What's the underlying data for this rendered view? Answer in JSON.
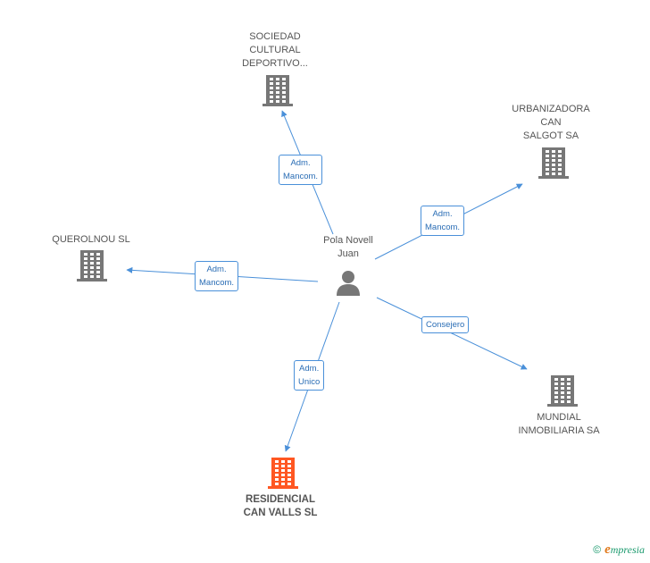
{
  "center": {
    "label": "Pola Novell\nJuan",
    "icon": "person-icon"
  },
  "companies": [
    {
      "id": "sociedad",
      "label": "SOCIEDAD\nCULTURAL\nDEPORTIVO...",
      "icon": "building-icon",
      "color": "#777777",
      "relation": "Adm.\nMancom."
    },
    {
      "id": "urbanizadora",
      "label": "URBANIZADORA\nCAN\nSALGOT SA",
      "icon": "building-icon",
      "color": "#777777",
      "relation": "Adm.\nMancom."
    },
    {
      "id": "querolnou",
      "label": "QUEROLNOU SL",
      "icon": "building-icon",
      "color": "#777777",
      "relation": "Adm.\nMancom."
    },
    {
      "id": "mundial",
      "label": "MUNDIAL\nINMOBILIARIA SA",
      "icon": "building-icon",
      "color": "#777777",
      "relation": "Consejero"
    },
    {
      "id": "residencial",
      "label": "RESIDENCIAL\nCAN VALLS SL",
      "icon": "building-icon",
      "color": "#ff5722",
      "relation": "Adm.\nUnico",
      "highlight": true
    }
  ],
  "colors": {
    "edge": "#4a90d9",
    "person": "#777777"
  },
  "footer": {
    "copyright": "©",
    "brand_initial": "e",
    "brand_rest": "mpresia"
  }
}
